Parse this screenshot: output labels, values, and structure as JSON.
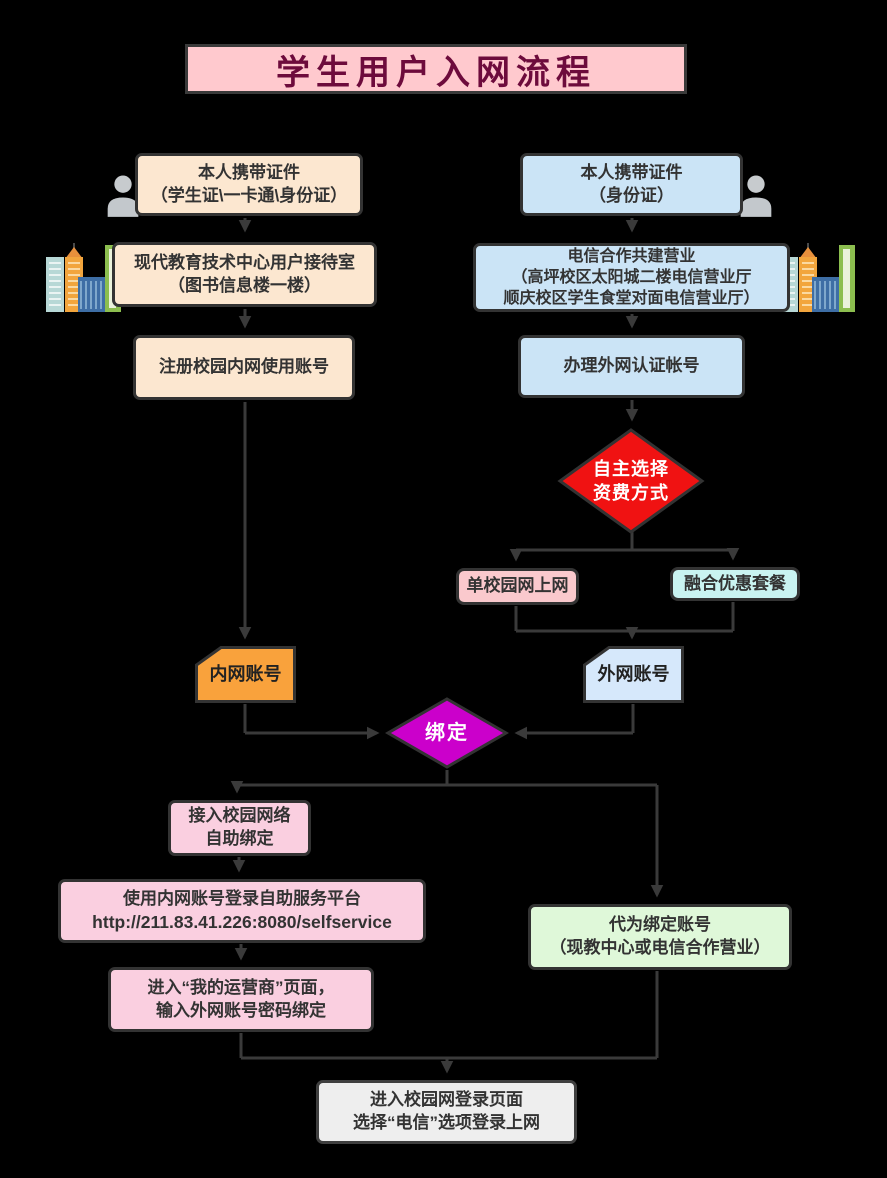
{
  "title": "学生用户入网流程",
  "colors": {
    "background": "#000000",
    "title_bg": "#FFC9CE",
    "title_text": "#6D0B3C",
    "peach_box": "#FCE7D0",
    "light_blue_box": "#CBE4F6",
    "red_diamond": "#F01212",
    "plan_pink": "#FAC9CD",
    "plan_cyan": "#C9F3F1",
    "intranet_orange": "#F9A23C",
    "extranet_blue": "#D6E8FB",
    "bind_magenta": "#CB00CB",
    "process_pink": "#FACFE0",
    "proxy_green": "#DFF8D9",
    "final_gray": "#EEEEEE",
    "connector": "#3A3A3A",
    "box_border": "#333333"
  },
  "icons": {
    "person_left": "person-icon",
    "person_right": "person-icon",
    "buildings_left": "buildings-icon",
    "buildings_right": "buildings-icon"
  },
  "nodes": {
    "left_id": {
      "lines": [
        "本人携带证件",
        "（学生证\\一卡通\\身份证）"
      ]
    },
    "left_center": {
      "lines": [
        "现代教育技术中心用户接待室",
        "（图书信息楼一楼）"
      ]
    },
    "left_register": {
      "label": "注册校园内网使用账号"
    },
    "right_id": {
      "lines": [
        "本人携带证件",
        "（身份证）"
      ]
    },
    "right_telecom": {
      "lines": [
        "电信合作共建营业",
        "（高坪校区太阳城二楼电信营业厅",
        "顺庆校区学生食堂对面电信营业厅）"
      ]
    },
    "right_apply": {
      "label": "办理外网认证帐号"
    },
    "choose_plan": {
      "lines": [
        "自主选择",
        "资费方式"
      ]
    },
    "plan_single": {
      "label": "单校园网上网"
    },
    "plan_combo": {
      "label": "融合优惠套餐"
    },
    "intranet_account": {
      "label": "内网账号"
    },
    "extranet_account": {
      "label": "外网账号"
    },
    "bind": {
      "label": "绑定"
    },
    "self_bind": {
      "lines": [
        "接入校园网络",
        "自助绑定"
      ]
    },
    "self_service": {
      "lines": [
        "使用内网账号登录自助服务平台",
        "http://211.83.41.226:8080/selfservice"
      ]
    },
    "operator_page": {
      "lines": [
        "进入“我的运营商”页面，",
        "输入外网账号密码绑定"
      ]
    },
    "proxy_bind": {
      "lines": [
        "代为绑定账号",
        "（现教中心或电信合作营业）"
      ]
    },
    "final_login": {
      "lines": [
        "进入校园网登录页面",
        "选择“电信”选项登录上网"
      ]
    }
  }
}
